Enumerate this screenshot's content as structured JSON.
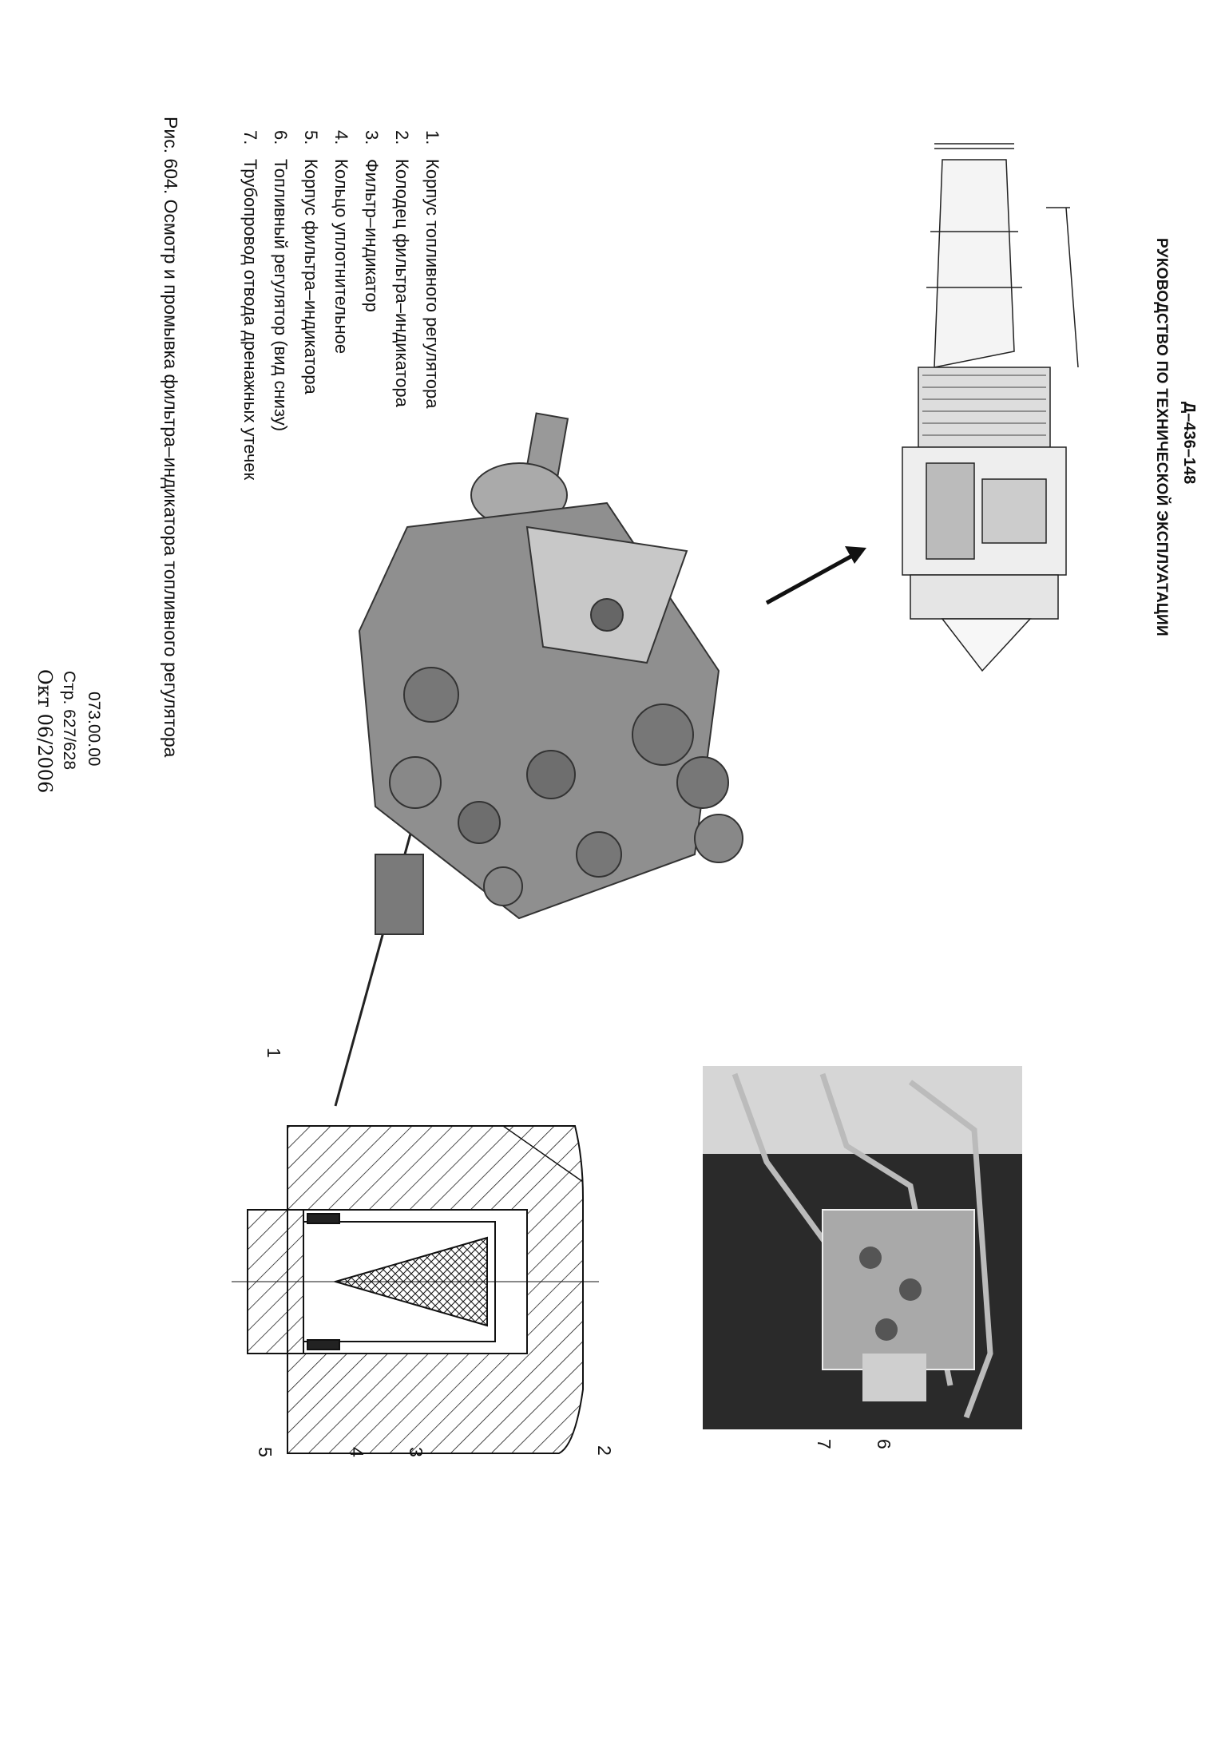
{
  "header": {
    "doc_code": "Д–436–148",
    "title": "РУКОВОДСТВО ПО ТЕХНИЧЕСКОЙ ЭКСПЛУАТАЦИИ"
  },
  "legend": [
    {
      "num": "1.",
      "text": "Корпус топливного регулятора"
    },
    {
      "num": "2.",
      "text": "Колодец фильтра–индикатора"
    },
    {
      "num": "3.",
      "text": "Фильтр–индикатор"
    },
    {
      "num": "4.",
      "text": "Кольцо уплотнительное"
    },
    {
      "num": "5.",
      "text": "Корпус фильтра–индикатора"
    },
    {
      "num": "6.",
      "text": "Топливный регулятор (вид снизу)"
    },
    {
      "num": "7.",
      "text": "Трубопровод отвода дренажных утечек"
    }
  ],
  "caption": "Рис. 604. Осмотр и промывка фильтра–индикатора топливного регулятора",
  "footer": {
    "section": "073.00.00",
    "page": "Стр. 627/628",
    "date": "Окт 06/2006"
  },
  "callouts": [
    "1",
    "2",
    "3",
    "4",
    "5",
    "6",
    "7"
  ]
}
